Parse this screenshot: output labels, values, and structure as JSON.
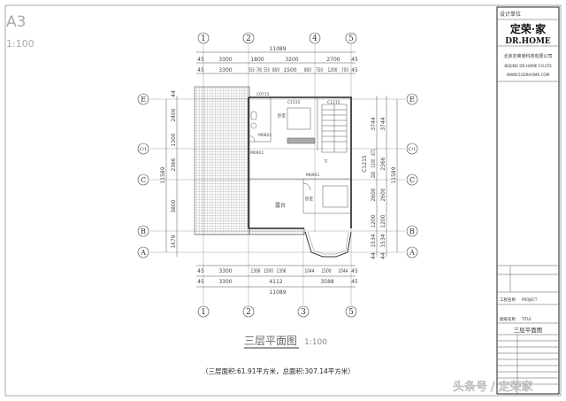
{
  "sheet": {
    "size_label": "A3",
    "scale_label": "1:100"
  },
  "drawing": {
    "title": "三层平面图",
    "scale": "1:100",
    "area_note": "（三层面积:61.91平方米，总面积:307.14平方米）",
    "top_axes": [
      "1",
      "2",
      "4",
      "5"
    ],
    "bottom_axes": [
      "1",
      "2",
      "3",
      "5"
    ],
    "side_axes": [
      "E",
      "C/1",
      "C",
      "B",
      "A"
    ],
    "top_dims": {
      "total": "11089",
      "row1": [
        "45",
        "3300",
        "1800",
        "3200",
        "2700",
        "45"
      ],
      "row2": [
        "45",
        "3300",
        "550",
        "700",
        "550",
        "850",
        "1500",
        "850",
        "750",
        "1200",
        "750",
        "45"
      ]
    },
    "bottom_dims": {
      "row1": [
        "45",
        "3300",
        "1306",
        "1500",
        "1306",
        "1044",
        "1500",
        "1044",
        "45"
      ],
      "row2": [
        "45",
        "3300",
        "4112",
        "3588",
        "45"
      ],
      "total": "11089"
    },
    "left_dims": {
      "segments": [
        "44",
        "2400",
        "1300",
        "2366",
        "3800",
        "1679"
      ],
      "total": "11589"
    },
    "right_dims": {
      "outer": [
        "3744",
        "871",
        "1200",
        "280",
        "2600",
        "1200",
        "1534",
        "44"
      ],
      "inner": [
        "3744",
        "2366",
        "2600",
        "1200",
        "1534",
        "44"
      ],
      "window": "C1215",
      "total": "11589"
    },
    "openings": [
      "C0715",
      "C1515",
      "C1215",
      "M0821",
      "M0921",
      "M0921"
    ],
    "rooms": {
      "bedroom1": "卧室",
      "bedroom2": "卧室",
      "terrace": "露台",
      "stair_mark": "下"
    }
  },
  "title_block": {
    "design_unit_label": "设计单位",
    "logo_cn": "定荣·家",
    "logo_en": "DR.HOME",
    "company_cn": "北京定荣家科技有限公司",
    "company_en": "BEIJING DR.HOME CO.LTD",
    "website": "WWW.51DRHOME.COM",
    "project_label": "工程名称",
    "project_value": "PROJECT",
    "drawing_name_label": "图纸名称",
    "drawing_name_value": "TITLE",
    "drawing_name": "三层平面图"
  },
  "watermark": "头条号 / 定荣家"
}
